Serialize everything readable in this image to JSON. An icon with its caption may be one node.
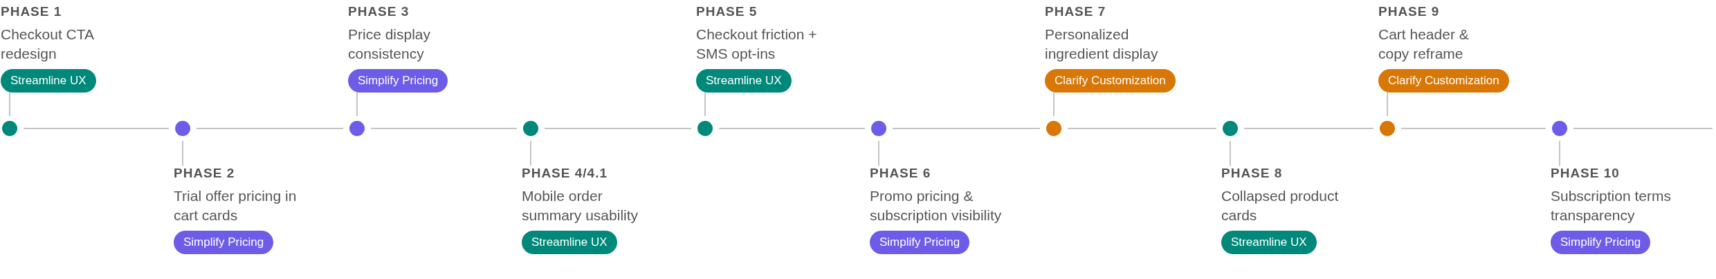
{
  "diagram": {
    "nodes": [
      {
        "text": [],
        "shape": "circle"
      },
      {
        "text": [
          "PHASE 1",
          "Checkout CTA redesign"
        ]
      },
      {
        "text": [
          "Streamline UX"
        ],
        "in": 1
      },
      {
        "text": [],
        "shape": "circle"
      },
      {
        "text": [
          "PHASE 2",
          "Trial offer pricing in cart cards"
        ]
      },
      {
        "text": [
          "Simplify Pricing"
        ],
        "in": 4
      },
      {
        "text": [],
        "shape": "circle"
      },
      {
        "text": [
          "PHASE 3",
          "Price display consistency"
        ]
      },
      {
        "text": [
          "Simplify Pricing"
        ],
        "in": 7
      },
      {
        "text": [],
        "shape": "circle"
      },
      {
        "text": [
          "PHASE 4/4.1",
          "Mobile order summary usability"
        ]
      },
      {
        "text": [
          "Streamline UX"
        ],
        "in": 10
      },
      {
        "text": [],
        "shape": "circle"
      },
      {
        "text": [
          "PHASE 5",
          "Checkout friction + SMS opt-ins"
        ]
      },
      {
        "text": [
          "Streamline UX"
        ],
        "in": 13
      },
      {
        "text": [],
        "shape": "circle"
      },
      {
        "text": [
          "PHASE 6",
          "Promo pricing & subscription visibility"
        ]
      },
      {
        "text": [
          "Simplify Pricing"
        ],
        "in": 16
      },
      {
        "text": [],
        "shape": "circle"
      },
      {
        "text": [
          "PHASE 7",
          "Personalized ingredient display"
        ]
      },
      {
        "text": [
          "Clarify Customization"
        ],
        "in": 19
      },
      {
        "text": [],
        "shape": "circle"
      },
      {
        "text": [
          "PHASE 8",
          "Collapsed product cards"
        ]
      },
      {
        "text": [
          "Streamline UX"
        ],
        "in": 22
      },
      {
        "text": [],
        "shape": "circle"
      },
      {
        "text": [
          "PHASE 9",
          "Cart header & copy reframe"
        ]
      },
      {
        "text": [
          "Clarify Customization"
        ],
        "in": 25
      },
      {
        "text": [],
        "shape": "circle"
      },
      {
        "text": [
          "PHASE 10",
          "Subscription terms transparency"
        ]
      },
      {
        "text": [
          "Simplify Pricing"
        ],
        "in": 28
      }
    ],
    "edges": [
      {
        "from": 0,
        "to": 3,
        "arrow": "none"
      },
      {
        "from": 3,
        "to": 6,
        "arrow": "none"
      },
      {
        "from": 6,
        "to": 9,
        "arrow": "none"
      },
      {
        "from": 9,
        "to": 12,
        "arrow": "none"
      },
      {
        "from": 12,
        "to": 15,
        "arrow": "none"
      },
      {
        "from": 15,
        "to": 18,
        "arrow": "none"
      },
      {
        "from": 18,
        "to": 21,
        "arrow": "none"
      },
      {
        "from": 21,
        "to": 24,
        "arrow": "none"
      },
      {
        "from": 24,
        "to": 27,
        "arrow": "none"
      },
      {
        "from": 27,
        "to": null,
        "arrow": "none"
      },
      {
        "from": 0,
        "to": 1,
        "arrow": "none"
      },
      {
        "from": 3,
        "to": 4,
        "arrow": "none"
      },
      {
        "from": 6,
        "to": 7,
        "arrow": "none"
      },
      {
        "from": 9,
        "to": 10,
        "arrow": "none"
      },
      {
        "from": 12,
        "to": 13,
        "arrow": "none"
      },
      {
        "from": 15,
        "to": 16,
        "arrow": "none"
      },
      {
        "from": 18,
        "to": 19,
        "arrow": "none"
      },
      {
        "from": 21,
        "to": 22,
        "arrow": "none"
      },
      {
        "from": 24,
        "to": 25,
        "arrow": "none"
      },
      {
        "from": 27,
        "to": 28,
        "arrow": "none"
      }
    ]
  }
}
